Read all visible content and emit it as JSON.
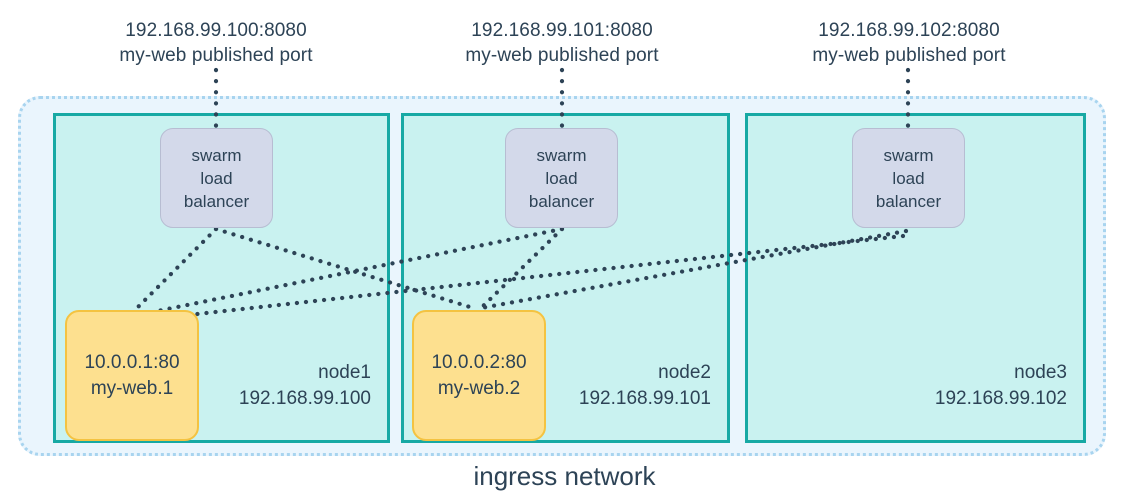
{
  "diagram": {
    "title": "ingress network",
    "ingress_label": "ingress network",
    "colors": {
      "ingress_fill": "#eaf5fd",
      "ingress_border": "#a8d4ef",
      "node_fill": "#c9f2f0",
      "node_border": "#17a9a4",
      "load_balancer_fill": "#d3d9ea",
      "load_balancer_border": "#b7bdd2",
      "task_fill": "#fde08f",
      "task_border": "#f4c341",
      "text": "#2d4356",
      "connector": "#2d4356"
    }
  },
  "published_ports": [
    {
      "address": "192.168.99.100:8080",
      "description": "my-web published port"
    },
    {
      "address": "192.168.99.101:8080",
      "description": "my-web published port"
    },
    {
      "address": "192.168.99.102:8080",
      "description": "my-web published port"
    }
  ],
  "load_balancers": [
    {
      "line1": "swarm",
      "line2": "load",
      "line3": "balancer"
    },
    {
      "line1": "swarm",
      "line2": "load",
      "line3": "balancer"
    },
    {
      "line1": "swarm",
      "line2": "load",
      "line3": "balancer"
    }
  ],
  "nodes": [
    {
      "name": "node1",
      "ip": "192.168.99.100"
    },
    {
      "name": "node2",
      "ip": "192.168.99.101"
    },
    {
      "name": "node3",
      "ip": "192.168.99.102"
    }
  ],
  "tasks": [
    {
      "address": "10.0.0.1:80",
      "name": "my-web.1",
      "node": "node1"
    },
    {
      "address": "10.0.0.2:80",
      "name": "my-web.2",
      "node": "node2"
    }
  ]
}
